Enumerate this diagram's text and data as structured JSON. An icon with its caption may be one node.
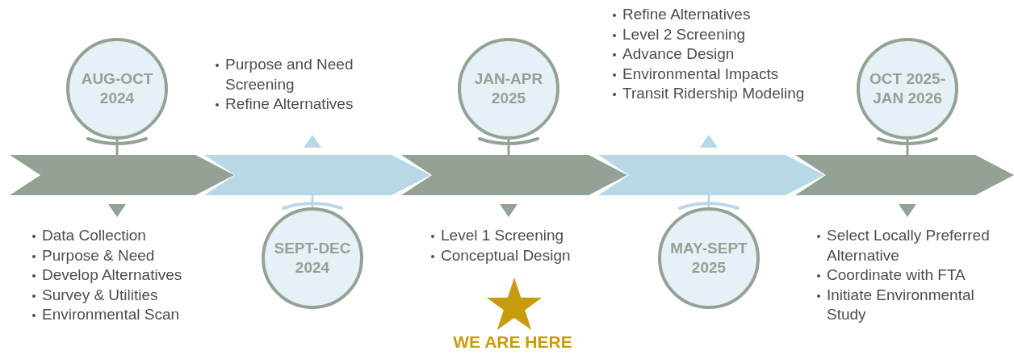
{
  "diagram": {
    "nodes": [
      {
        "text": [],
        "shape": "chevron"
      },
      {
        "text": [],
        "shape": "chevron"
      },
      {
        "text": [],
        "shape": "chevron"
      },
      {
        "text": [],
        "shape": "chevron"
      },
      {
        "text": [],
        "shape": "chevron"
      },
      {
        "text": [
          "AUG-OCT 2024"
        ],
        "beside": [
          "Data Collection",
          "Purpose & Need",
          "Develop Alternatives",
          "Survey & Utilities",
          "Environmental Scan"
        ]
      },
      {
        "text": [
          "SEPT-DEC 2024"
        ],
        "beside": [
          "Purpose and Need Screening",
          "Refine Alternatives"
        ]
      },
      {
        "text": [
          "JAN-APR 2025"
        ],
        "beside": [
          "Level 1 Screening",
          "Conceptual Design"
        ]
      },
      {
        "text": [
          "MAY-SEPT 2025"
        ],
        "beside": [
          "Refine Alternatives",
          "Level 2 Screening",
          "Advance Design",
          "Environmental Impacts",
          "Transit Ridership Modeling"
        ]
      },
      {
        "text": [
          "OCT 2025- JAN 2026"
        ],
        "beside": [
          "Select Locally Preferred Alternative",
          "Coordinate with FTA",
          "Initiate Environmental Study"
        ]
      }
    ],
    "edges": [
      {
        "from": 5,
        "to": 0,
        "arrow": "other"
      },
      {
        "from": 6,
        "to": 1,
        "arrow": "other",
        "color": "#b8d8e8"
      },
      {
        "from": 7,
        "to": 2,
        "arrow": "other"
      },
      {
        "from": 8,
        "to": 3,
        "arrow": "other",
        "color": "#b8d8e8"
      },
      {
        "from": 9,
        "to": 4,
        "arrow": "other"
      }
    ],
    "labels": [
      "WE ARE HERE"
    ]
  }
}
